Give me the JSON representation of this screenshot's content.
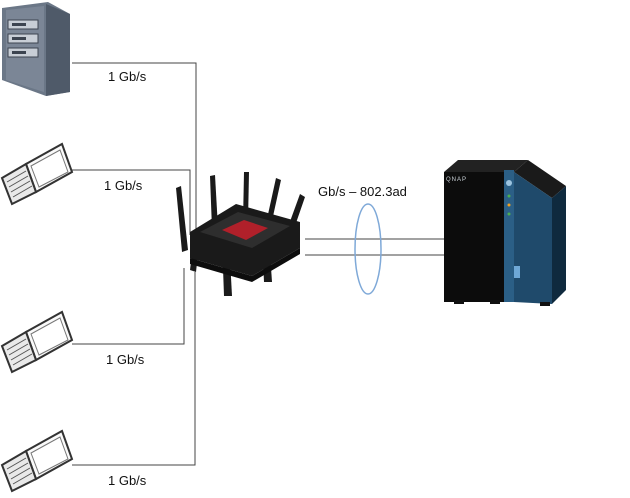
{
  "links": {
    "server": "1 Gb/s",
    "laptop_1": "1 Gb/s",
    "laptop_2": "1 Gb/s",
    "laptop_3": "1 Gb/s",
    "aggregate": "Gb/s – 802.3ad"
  },
  "nas": {
    "brand": "QNAP"
  },
  "colors": {
    "wire": "#444444",
    "lag_ellipse": "#7fa9d8",
    "nas_body": "#0c0c0c",
    "nas_accent": "#2b5f86",
    "router_body": "#1a1a1a",
    "router_accent": "#b0202a",
    "server_body": "#6b7787",
    "laptop_outline": "#333333"
  },
  "icons": [
    "server-icon",
    "laptop-icon",
    "router-icon",
    "nas-icon"
  ]
}
